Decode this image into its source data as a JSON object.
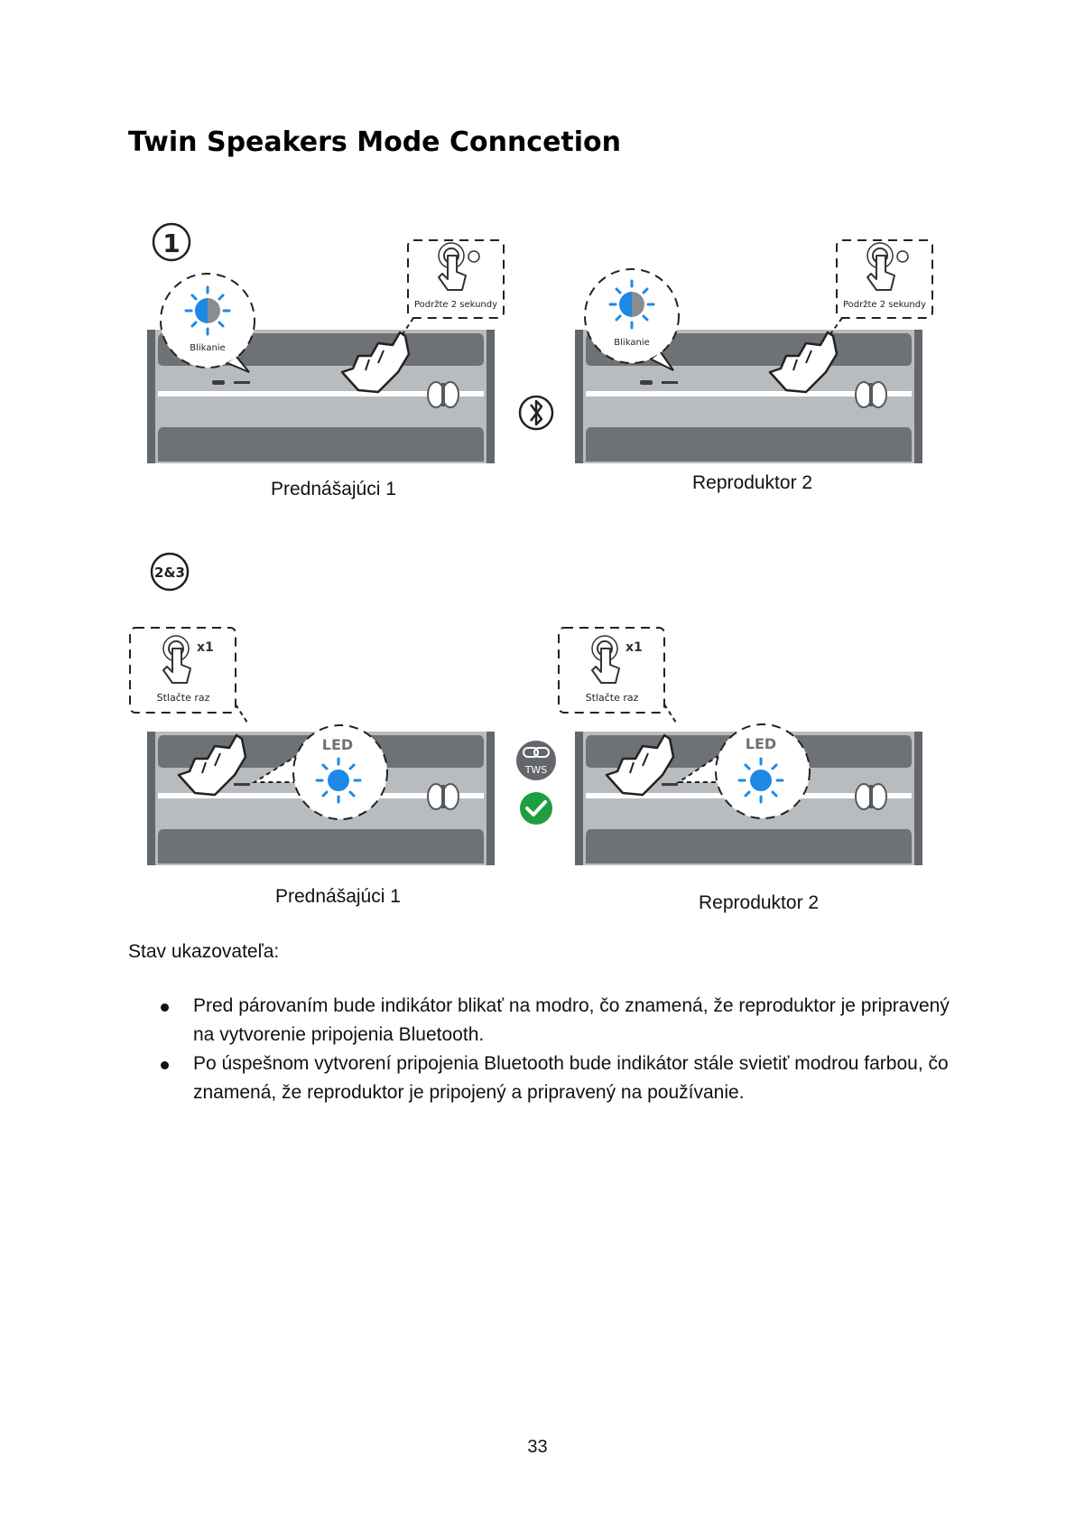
{
  "page": {
    "title": "Twin Speakers Mode Conncetion",
    "page_number": "33"
  },
  "step1": {
    "badge": "1",
    "left": {
      "caption": "Prednášajúci 1",
      "led_label": "Blikanie",
      "hold_label": "Podržte 2 sekundy"
    },
    "right": {
      "caption": "Reproduktor 2",
      "led_label": "Blikanie",
      "hold_label": "Podržte 2 sekundy"
    }
  },
  "step2": {
    "badge": "2&3",
    "left": {
      "caption": "Prednášajúci 1",
      "press_label": "Stlačte raz",
      "press_count": "x1",
      "led_label": "LED"
    },
    "right": {
      "caption": "Reproduktor 2",
      "press_label": "Stlačte raz",
      "press_count": "x1",
      "led_label": "LED"
    },
    "tws_label": "TWS"
  },
  "status": {
    "heading": "Stav ukazovateľa:",
    "items": [
      "Pred párovaním bude indikátor blikať na modro, čo znamená, že reproduktor je pripravený na vytvorenie pripojenia Bluetooth.",
      "Po úspešnom vytvorení pripojenia Bluetooth bude indikátor stále svietiť modrou farbou, čo znamená, že reproduktor je pripojený a pripravený na používanie."
    ]
  },
  "colors": {
    "led_blue": "#1e88e5",
    "check_green": "#1e9e3e",
    "speaker_gray": "#b9bcbf",
    "speaker_dark": "#63666a"
  }
}
